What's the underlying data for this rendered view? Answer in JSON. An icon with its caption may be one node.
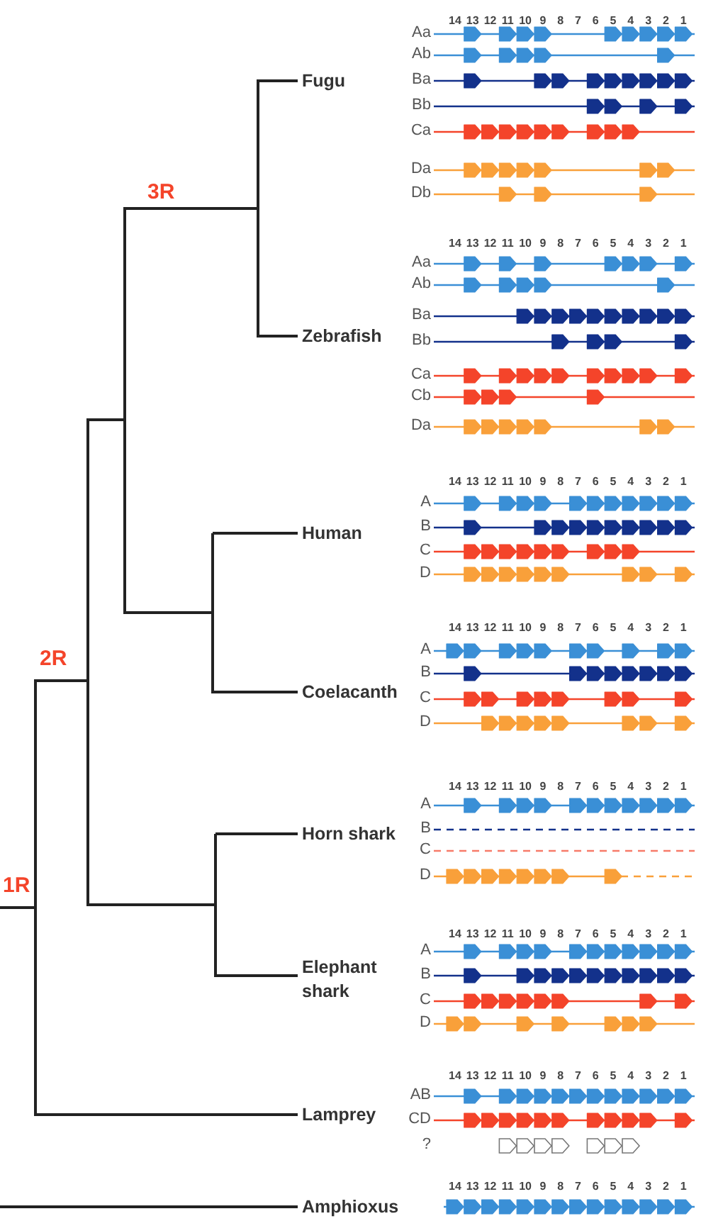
{
  "diagram": {
    "labels": [
      "14 13 12 11 10 9 8 7 6 5 4 3 2 1",
      "Aa",
      "Ab",
      "Fugu",
      "Ba",
      "Bb",
      "Ca",
      "3R",
      "Da",
      "Db",
      "14 13 12 11 10 9 8 7 6 5 4 3 2 1",
      "Aa",
      "Ab",
      "Ba",
      "Zebrafish",
      "Bb",
      "Ca",
      "Cb",
      "Da",
      "14 13 12 11 10 9 8 7 6 5 4 3 2 1",
      "A",
      "Human",
      "B",
      "C",
      "D",
      "14 13 12 11 10 9 8 7 6 5 4 3 2 1",
      "A",
      "B",
      "2R",
      "Coelacanth",
      "C",
      "D",
      "14 13 12 11 10 9 8 7 6 5 4 3 2 1",
      "A",
      "Horn shark",
      "B",
      "C",
      "D",
      "1R",
      "14 13 12 11 10 9 8 7 6 5 4 3 2 1",
      "A",
      "B",
      "Elephant shark",
      "C",
      "D",
      "14 13 12 11 10 9 8 7 6 5 4 3 2 1",
      "AB",
      "CD",
      "Lamprey",
      "?",
      "14 13 12 11 10 9 8 7 6 5 4 3 2 1",
      "Amphioxus"
    ]
  }
}
